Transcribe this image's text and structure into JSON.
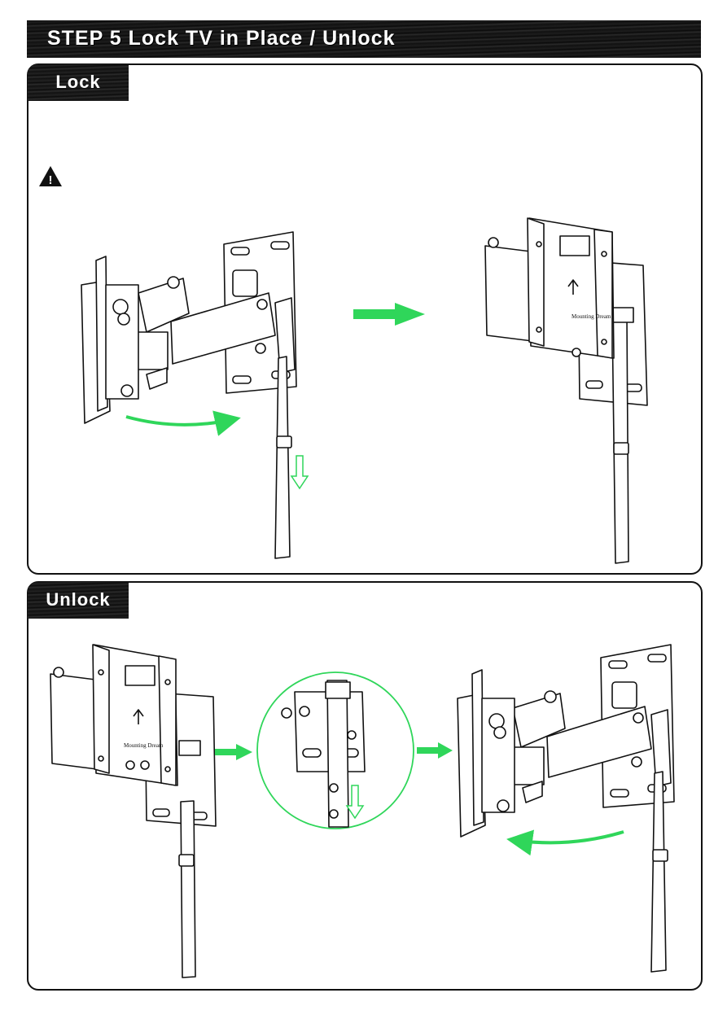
{
  "header": {
    "title": "STEP 5 Lock TV in Place / Unlock"
  },
  "sections": {
    "lock": {
      "label": "Lock"
    },
    "unlock": {
      "label": "Unlock"
    }
  },
  "warning_icon": {
    "name": "warning-triangle-icon",
    "glyph": "!"
  },
  "colors": {
    "accent_arrow": "#2fd65a",
    "line": "#111111"
  },
  "logo": {
    "text": "Mounting Dream"
  }
}
